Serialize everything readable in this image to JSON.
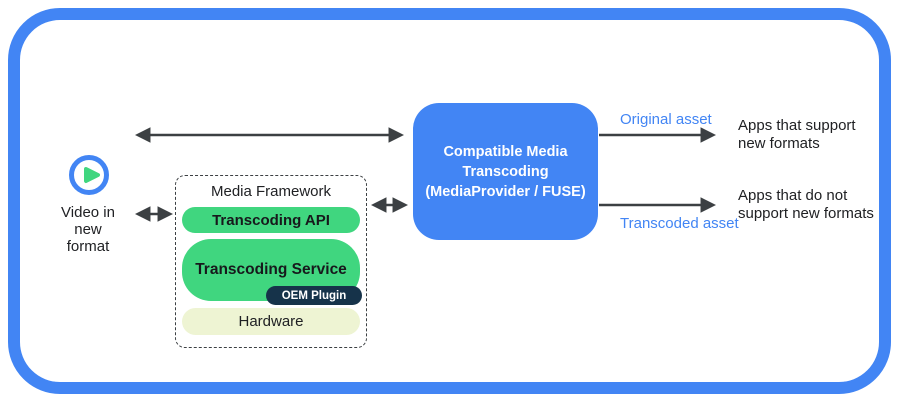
{
  "diagram": {
    "source": {
      "label_lines": [
        "Video in",
        "new",
        "format"
      ]
    },
    "framework": {
      "title": "Media Framework",
      "layers": {
        "api": "Transcoding API",
        "service": "Transcoding Service",
        "oem_plugin": "OEM Plugin",
        "hardware": "Hardware"
      }
    },
    "transcoder": {
      "label_lines": [
        "Compatible Media",
        "Transcoding",
        "(MediaProvider / FUSE)"
      ]
    },
    "outputs": {
      "original_asset_label": "Original asset",
      "transcoded_asset_label": "Transcoded asset",
      "apps_support_lines": [
        "Apps that support",
        "new formats"
      ],
      "apps_not_support_lines": [
        "Apps that do not",
        "support new formats"
      ]
    },
    "colors": {
      "frame_blue": "#4285f4",
      "transcoder_box_blue": "#4285f4",
      "pill_green": "#40d67f",
      "oem_plugin_navy": "#16334a",
      "hardware_pale_green": "#eef4d3",
      "asset_label_blue": "#4285f4",
      "arrow_gray": "#3c4043"
    }
  }
}
